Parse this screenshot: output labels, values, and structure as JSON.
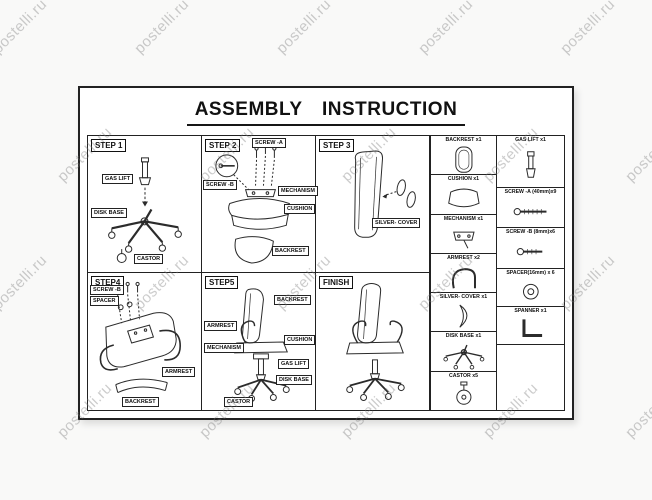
{
  "watermark": {
    "text": "postelli.ru"
  },
  "sheet": {
    "title": "ASSEMBLY INSTRUCTION"
  },
  "steps": [
    {
      "label": "STEP 1",
      "annotations": [
        "GAS LIFT",
        "DISK BASE",
        "CASTOR"
      ]
    },
    {
      "label": "STEP 2",
      "annotations": [
        "SCREW -A",
        "SCREW -B",
        "MECHANISM",
        "CUSHION",
        "BACKREST"
      ]
    },
    {
      "label": "STEP 3",
      "annotations": [
        "SILVER- COVER"
      ]
    },
    {
      "label": "STEP4",
      "annotations": [
        "SCREW -B",
        "SPACER",
        "ARMREST",
        "BACKREST"
      ]
    },
    {
      "label": "STEP5",
      "annotations": [
        "BACKREST",
        "ARMREST",
        "MECHANISM",
        "CUSHION",
        "GAS LIFT",
        "DISK BASE",
        "CASTOR"
      ]
    },
    {
      "label": "FINISH",
      "annotations": []
    }
  ],
  "parts": {
    "left": [
      "BACKREST x1",
      "CUSHION x1",
      "MECHANISM x1",
      "ARMREST x2",
      "SILVER- COVER x1",
      "DISK BASE x1",
      "CASTOR x5"
    ],
    "right": [
      "GAS LIFT x1",
      "SCREW -A (40mm)x9",
      "SCREW -B (8mm)x6",
      "SPACER(16mm) x 6",
      "SPANNER x1"
    ]
  }
}
